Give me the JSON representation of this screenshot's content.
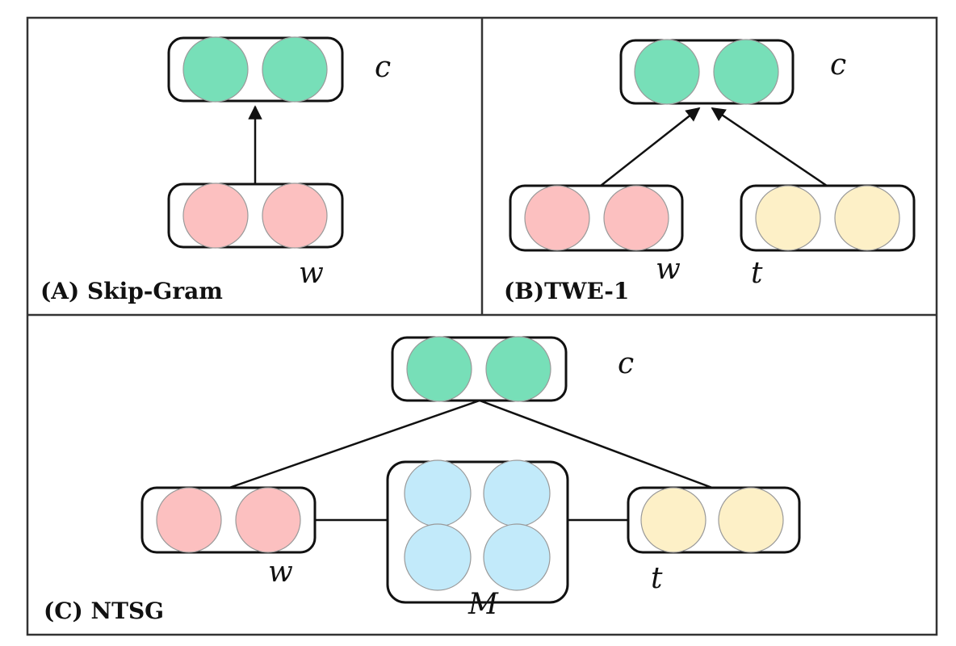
{
  "colors": {
    "context": "#77dfb8",
    "word": "#fcc0c0",
    "topic": "#fdf0c7",
    "matrix": "#c2eafa"
  },
  "panels": {
    "a": {
      "label": "(A) Skip-Gram",
      "var_c": "c",
      "var_w": "w"
    },
    "b": {
      "label": "(B)TWE-1",
      "var_c": "c",
      "var_w": "w",
      "var_t": "t"
    },
    "c": {
      "label": "(C) NTSG",
      "var_c": "c",
      "var_w": "w",
      "var_t": "t",
      "var_m": "M"
    }
  }
}
